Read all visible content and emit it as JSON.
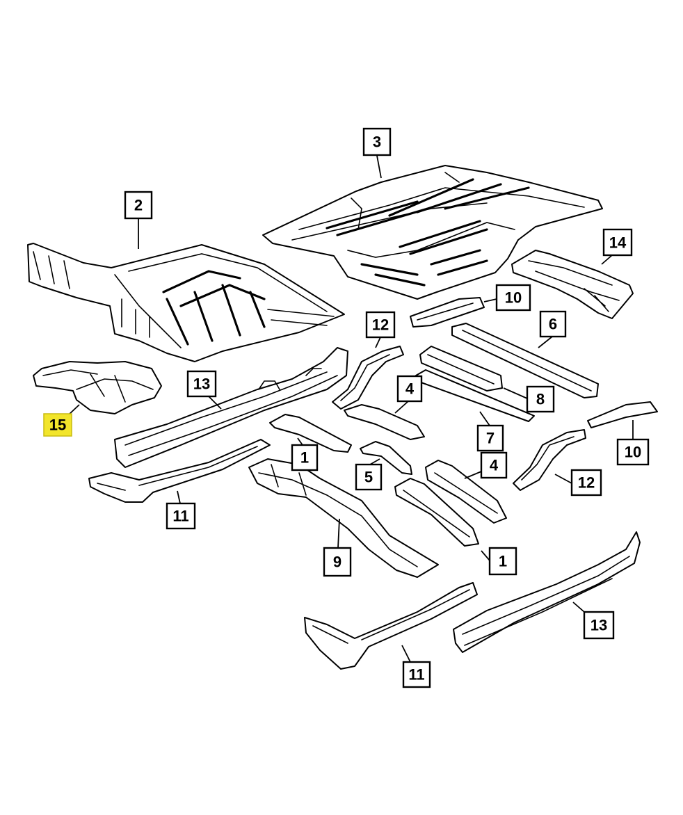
{
  "diagram": {
    "callouts": [
      {
        "id": "c3",
        "label": "3"
      },
      {
        "id": "c2",
        "label": "2"
      },
      {
        "id": "c14",
        "label": "14"
      },
      {
        "id": "c10a",
        "label": "10"
      },
      {
        "id": "c12a",
        "label": "12"
      },
      {
        "id": "c6",
        "label": "6"
      },
      {
        "id": "c13a",
        "label": "13"
      },
      {
        "id": "c4a",
        "label": "4"
      },
      {
        "id": "c8",
        "label": "8"
      },
      {
        "id": "c15",
        "label": "15"
      },
      {
        "id": "c7",
        "label": "7"
      },
      {
        "id": "c10b",
        "label": "10"
      },
      {
        "id": "c1a",
        "label": "1"
      },
      {
        "id": "c4b",
        "label": "4"
      },
      {
        "id": "c5",
        "label": "5"
      },
      {
        "id": "c12b",
        "label": "12"
      },
      {
        "id": "c11a",
        "label": "11"
      },
      {
        "id": "c9",
        "label": "9"
      },
      {
        "id": "c1b",
        "label": "1"
      },
      {
        "id": "c13b",
        "label": "13"
      },
      {
        "id": "c11b",
        "label": "11"
      }
    ],
    "highlight_color": "#f2e52b"
  }
}
